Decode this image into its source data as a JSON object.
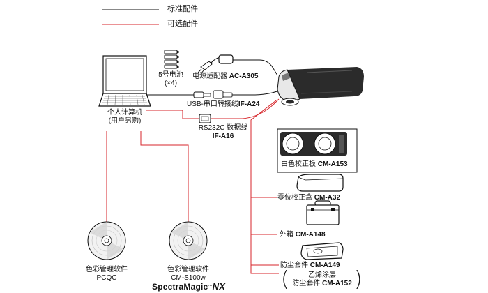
{
  "colors": {
    "standard_line": "#111111",
    "optional_line": "#d7262b",
    "device_dark": "#2b2b2b"
  },
  "legend": {
    "standard": "标准配件",
    "optional": "可选配件"
  },
  "pc": {
    "line1": "个人计算机",
    "line2": "(用户另购)"
  },
  "battery": {
    "line1": "5号电池",
    "line2": "(×4)"
  },
  "adapter": {
    "name": "电源适配器",
    "model": "AC-A305"
  },
  "usb": {
    "name": "USB-串口转接线",
    "model": "IF-A24"
  },
  "rs232": {
    "name": "RS232C 数据线",
    "model": "IF-A16"
  },
  "white_cal": {
    "name": "白色校正板",
    "model": "CM-A153"
  },
  "zero_cal": {
    "name": "零位校正盒",
    "model": "CM-A32"
  },
  "outer_case": {
    "name": "外箱",
    "model": "CM-A148"
  },
  "dust_cover": {
    "name": "防尘套件",
    "model": "CM-A149"
  },
  "pe_cover": {
    "line1": "乙烯涂层",
    "line2": "防尘套件",
    "model": "CM-A152"
  },
  "software1": {
    "name": "色彩管理软件",
    "model": "PCQC"
  },
  "software2": {
    "name": "色彩管理软件",
    "model": "CM-S100w",
    "brand": "SpectraMagic",
    "brand_tm": "™",
    "brand_suffix": "NX"
  }
}
